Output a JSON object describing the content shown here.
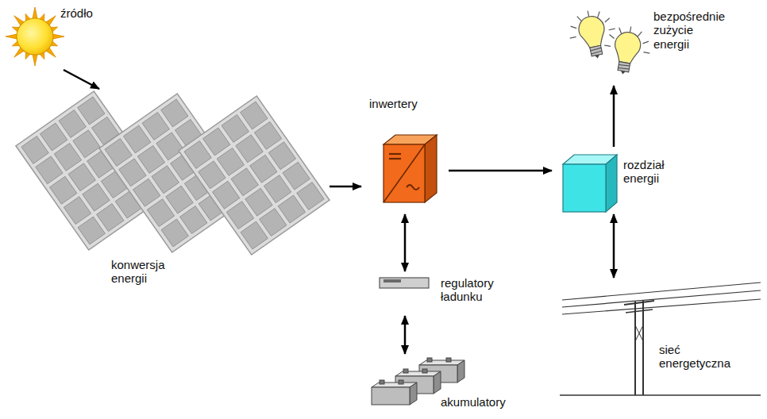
{
  "diagram": {
    "nodes": [
      {
        "text": [
          "źródło"
        ]
      },
      {
        "text": [
          "konwersja energii"
        ]
      },
      {
        "text": [
          "inwertery"
        ]
      },
      {
        "text": [
          "regulatory ładunku"
        ]
      },
      {
        "text": [
          "akumulatory"
        ]
      },
      {
        "text": [
          "rozdział energii"
        ]
      },
      {
        "text": [
          "bezpośrednie zużycie energii"
        ]
      },
      {
        "text": [
          "sieć energetyczna"
        ]
      }
    ],
    "edges": [
      {
        "from": 0,
        "to": 1,
        "arrow": "to"
      },
      {
        "from": 1,
        "to": 2,
        "arrow": "to"
      },
      {
        "from": 2,
        "to": 3,
        "arrow": "both"
      },
      {
        "from": 3,
        "to": 4,
        "arrow": "both"
      },
      {
        "from": 2,
        "to": 5,
        "arrow": "to"
      },
      {
        "from": 5,
        "to": 6,
        "arrow": "to"
      },
      {
        "from": 5,
        "to": 7,
        "arrow": "both"
      }
    ]
  }
}
